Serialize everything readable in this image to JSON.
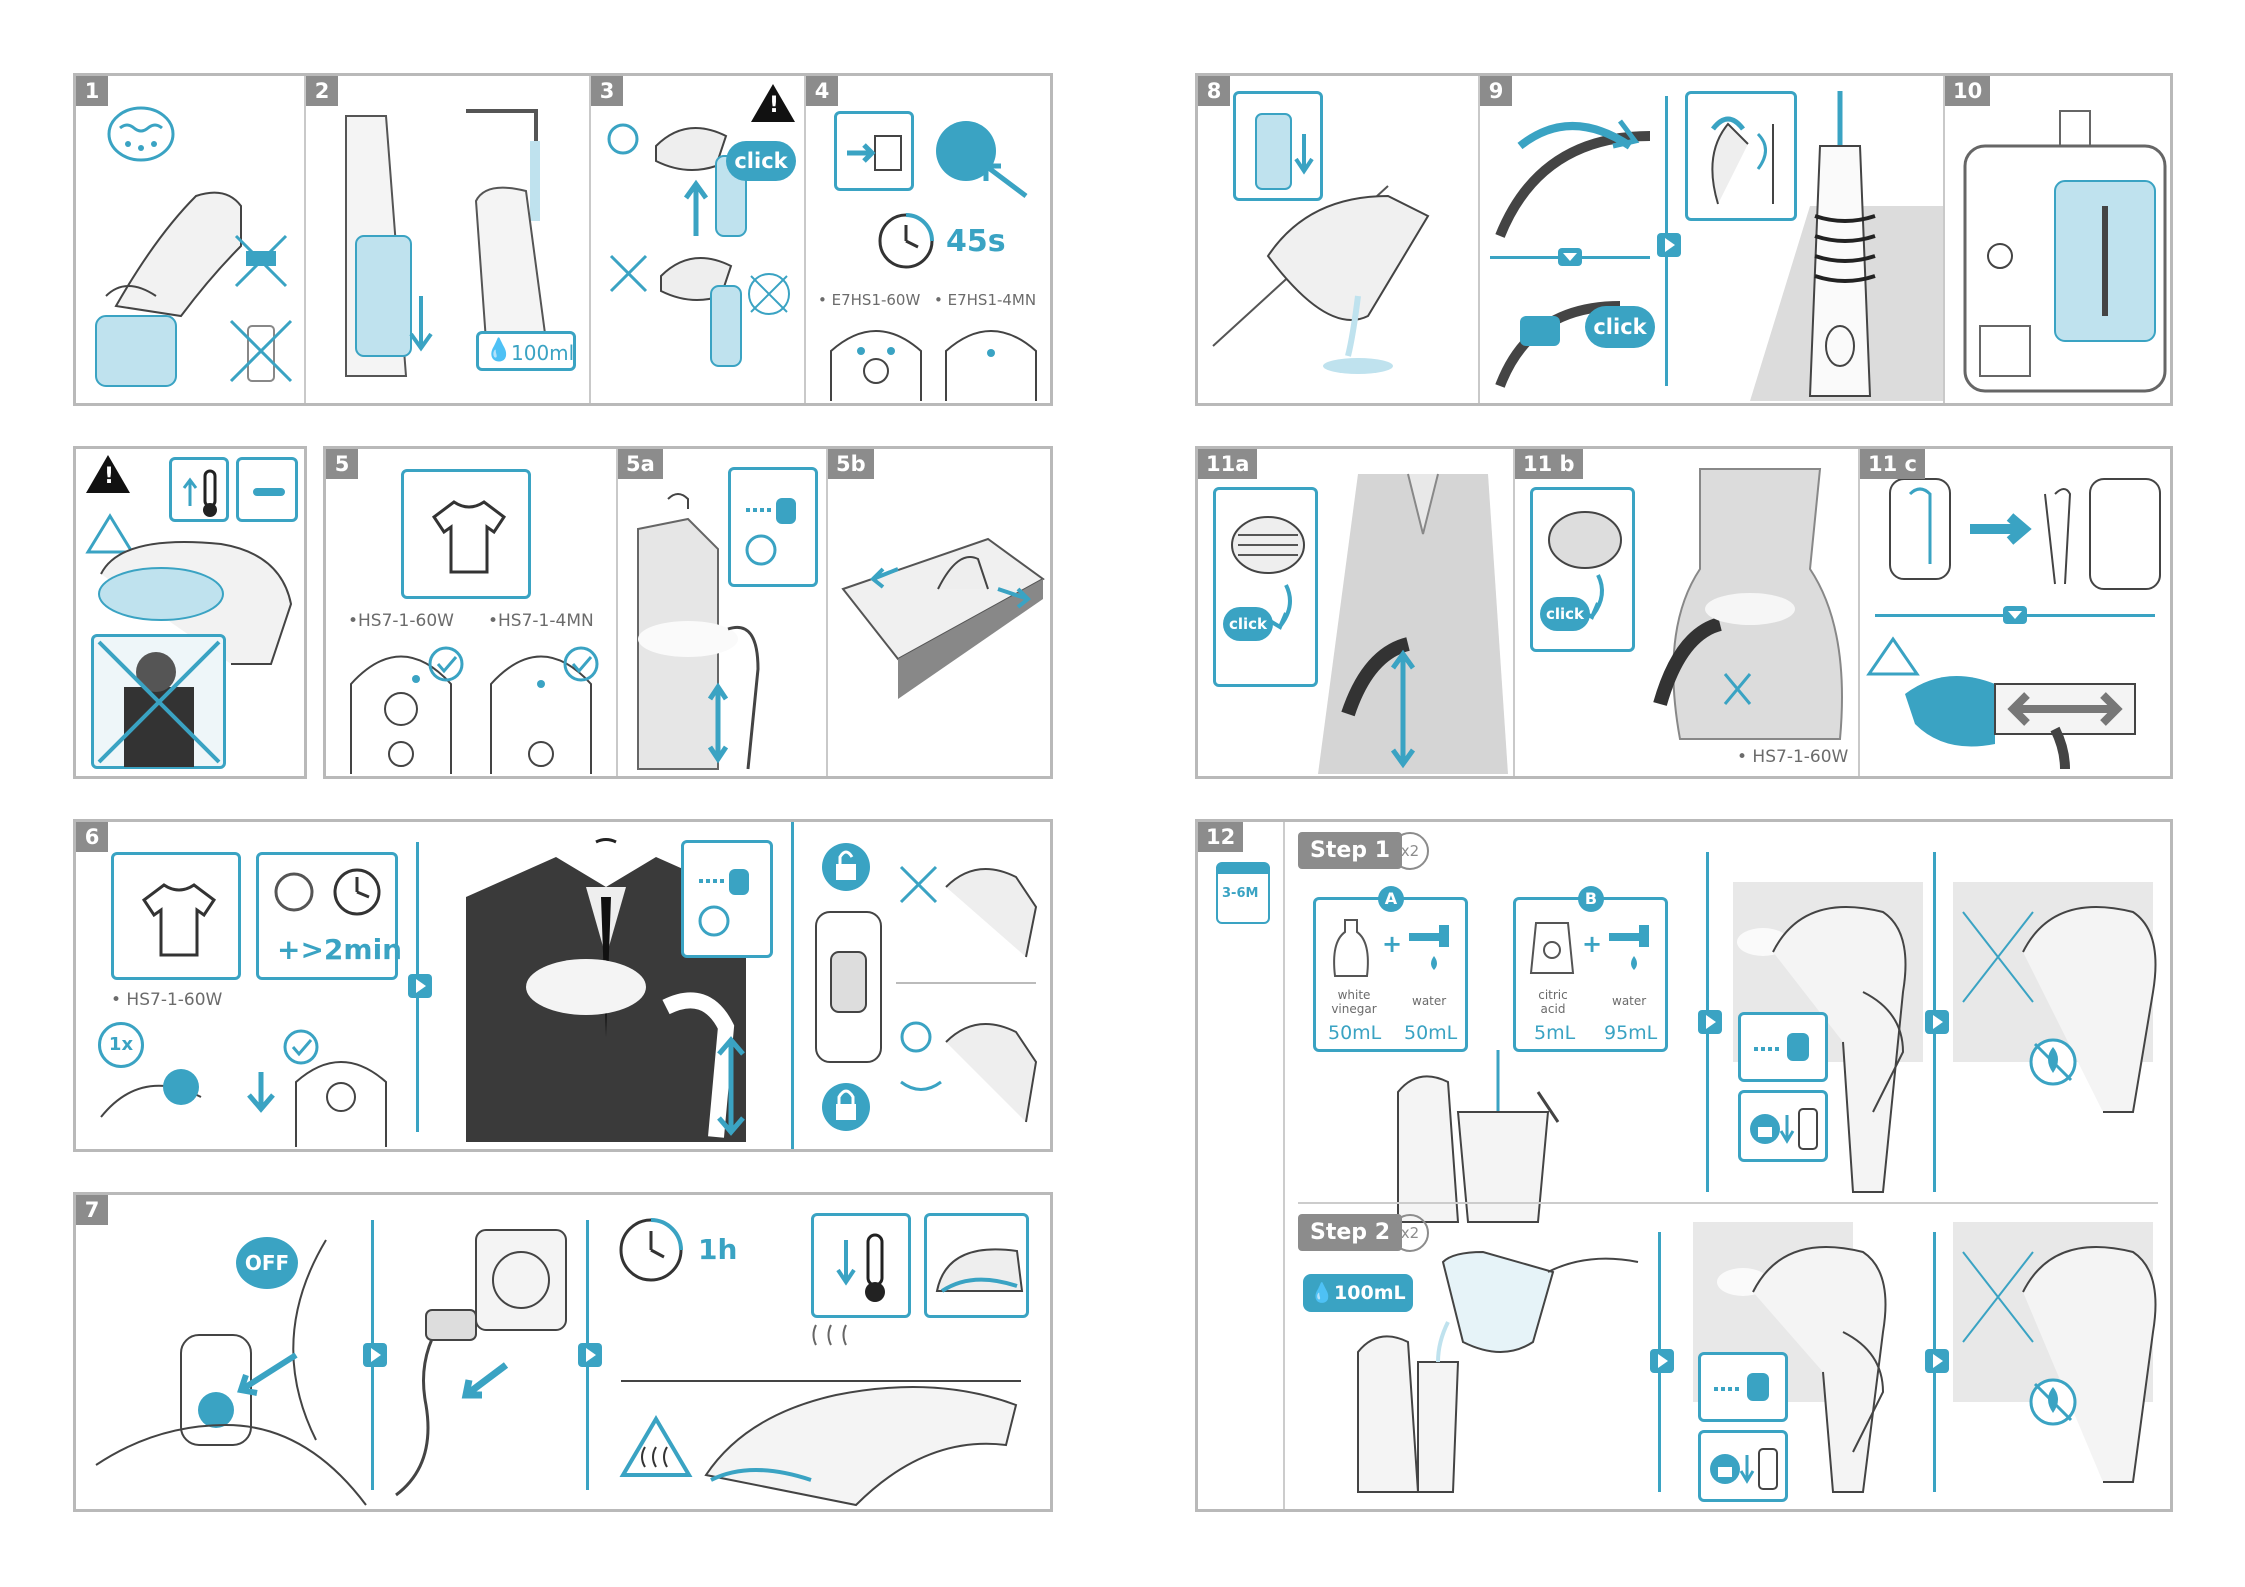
{
  "panels": {
    "p1": {
      "num": "1"
    },
    "p2": {
      "num": "2",
      "water": "100ml"
    },
    "p3": {
      "num": "3",
      "click": "click"
    },
    "p4": {
      "num": "4",
      "time": "45s",
      "model_a": "• E7HS1-60W",
      "model_b": "• E7HS1-4MN"
    },
    "p5": {
      "num": "5",
      "model_a": "•HS7-1-60W",
      "model_b": "•HS7-1-4MN"
    },
    "p5a": {
      "num": "5a"
    },
    "p5b": {
      "num": "5b"
    },
    "p6": {
      "num": "6",
      "time": "+>2min",
      "model": "• HS7-1-60W",
      "count": "1x"
    },
    "p7": {
      "num": "7",
      "off": "OFF",
      "time": "1h"
    },
    "p8": {
      "num": "8"
    },
    "p9": {
      "num": "9",
      "click": "click"
    },
    "p10": {
      "num": "10"
    },
    "p11a": {
      "num": "11a",
      "click": "click"
    },
    "p11b": {
      "num": "11 b",
      "click": "click",
      "model": "• HS7-1-60W"
    },
    "p11c": {
      "num": "11 c"
    },
    "p12": {
      "num": "12",
      "interval": "3-6M",
      "step1": "Step 1",
      "step2": "Step 2",
      "x2": "x2",
      "option_a": "A",
      "option_b": "B",
      "vinegar_label": "white vinegar",
      "water_label": "water",
      "acid_label": "citric acid",
      "vinegar_qty": "50mL",
      "water_qty_a": "50mL",
      "acid_qty": "5mL",
      "water_qty_b": "95mL",
      "step2_water": "100mL"
    }
  },
  "colors": {
    "accent": "#3aa3c3",
    "frame": "#b9b9b9",
    "label_bg": "#8c8c8c"
  }
}
